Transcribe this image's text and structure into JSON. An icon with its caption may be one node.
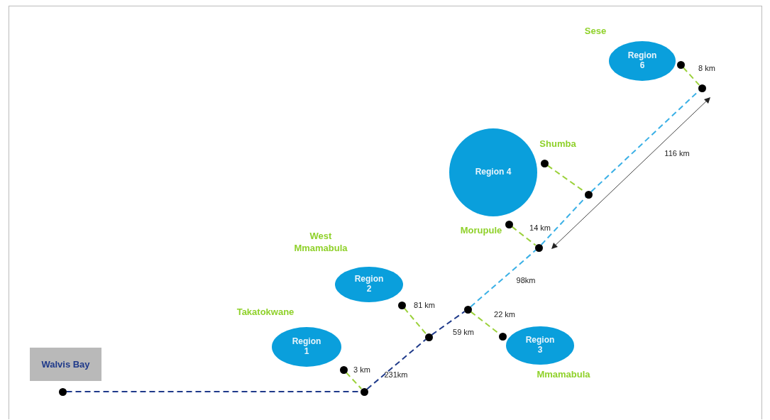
{
  "diagram": {
    "nodes": [
      {
        "text": [
          "Region 6"
        ],
        "beside": [
          "Sese"
        ]
      },
      {
        "text": [],
        "shape": "circle"
      },
      {
        "text": [],
        "shape": "circle"
      },
      {
        "text": [
          "Region 4"
        ]
      },
      {
        "text": [],
        "shape": "circle"
      },
      {
        "text": [],
        "shape": "circle"
      },
      {
        "text": [],
        "shape": "circle",
        "beside": [
          "Morupule"
        ]
      },
      {
        "text": [],
        "shape": "circle"
      },
      {
        "text": [
          "Region 2"
        ],
        "beside": [
          "West Mmamabula"
        ]
      },
      {
        "text": [],
        "shape": "circle"
      },
      {
        "text": [],
        "shape": "circle"
      },
      {
        "text": [],
        "shape": "circle"
      },
      {
        "text": [
          "Region 1"
        ],
        "beside": [
          "Takatokwane"
        ]
      },
      {
        "text": [],
        "shape": "circle"
      },
      {
        "text": [
          "Region 3"
        ],
        "beside": [
          "Mmamabula"
        ]
      },
      {
        "text": [],
        "shape": "circle"
      },
      {
        "text": [
          "Walvis Bay"
        ]
      },
      {
        "text": [],
        "shape": "circle"
      },
      {
        "text": [],
        "shape": "circle"
      }
    ],
    "edges": [
      {
        "from": 17,
        "to": 18,
        "arrow": "none",
        "style": "dashed",
        "color": "#1f3a8a"
      },
      {
        "from": 15,
        "to": 18,
        "arrow": "none",
        "style": "dashed",
        "label": "3 km"
      },
      {
        "from": 18,
        "to": 11,
        "arrow": "none",
        "style": "dashed",
        "color": "#1f3a8a",
        "label": "231km"
      },
      {
        "from": 9,
        "to": 11,
        "arrow": "none",
        "style": "dashed",
        "label": "81 km"
      },
      {
        "from": 11,
        "to": 10,
        "arrow": "none",
        "style": "dashed",
        "color": "#1f3a8a",
        "label": "59 km"
      },
      {
        "from": 10,
        "to": 13,
        "arrow": "none",
        "style": "dashed",
        "label": "22 km"
      },
      {
        "from": 10,
        "to": 7,
        "arrow": "none",
        "style": "dashed",
        "color": "#3ab0e6",
        "label": "98km"
      },
      {
        "from": 6,
        "to": 7,
        "arrow": "none",
        "style": "dashed",
        "label": "14 km"
      },
      {
        "from": 7,
        "to": 5,
        "arrow": "none",
        "style": "dashed",
        "color": "#3ab0e6"
      },
      {
        "from": 4,
        "to": 5,
        "arrow": "none",
        "style": "dashed"
      },
      {
        "from": 5,
        "to": 2,
        "arrow": "none",
        "style": "dashed",
        "color": "#3ab0e6"
      },
      {
        "from": 1,
        "to": 2,
        "arrow": "none",
        "style": "dashed",
        "label": "8 km"
      }
    ],
    "labels": [
      "Shumba",
      "116 km"
    ]
  }
}
